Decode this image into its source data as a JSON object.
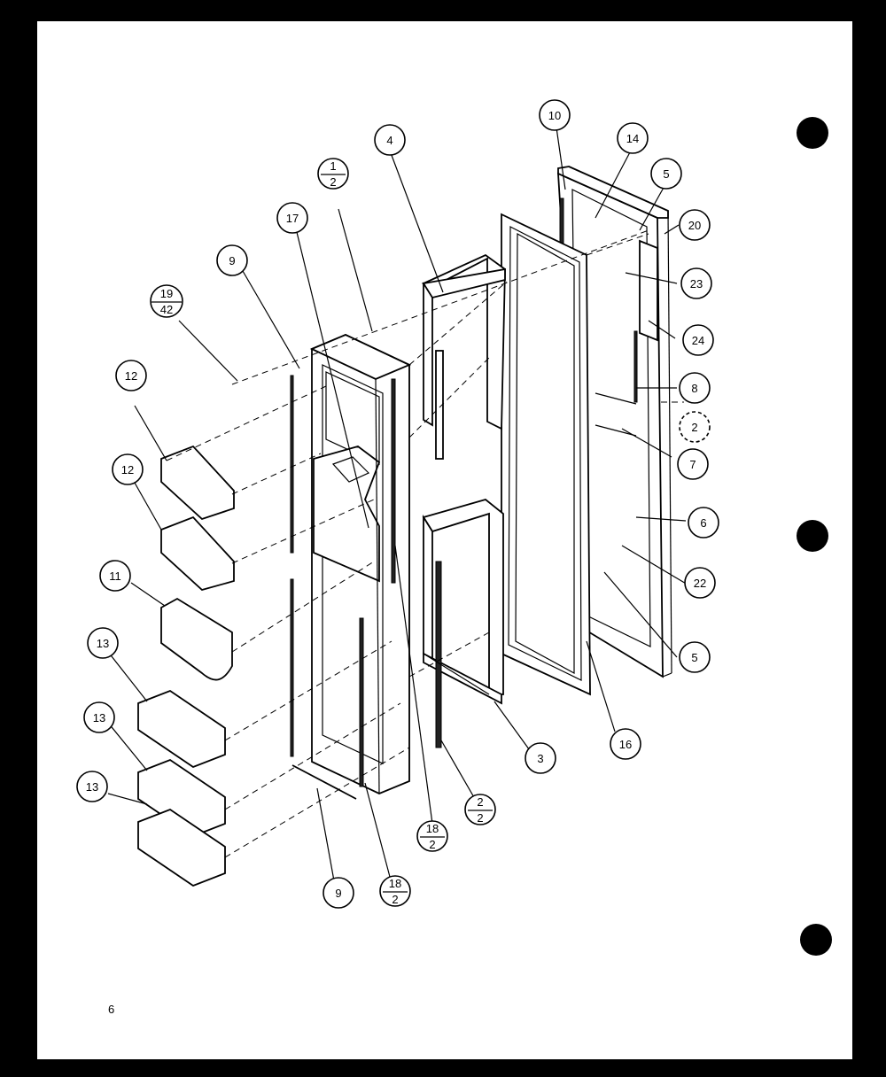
{
  "page_number": "6",
  "callouts": [
    {
      "id": "c10",
      "text": "10"
    },
    {
      "id": "c14",
      "text": "14"
    },
    {
      "id": "c5a",
      "text": "5"
    },
    {
      "id": "c20",
      "text": "20"
    },
    {
      "id": "c4",
      "text": "4"
    },
    {
      "id": "c1-2",
      "top": "1",
      "bottom": "2"
    },
    {
      "id": "c17",
      "text": "17"
    },
    {
      "id": "c9a",
      "text": "9"
    },
    {
      "id": "c19-42",
      "top": "19",
      "bottom": "42"
    },
    {
      "id": "c23",
      "text": "23"
    },
    {
      "id": "c24",
      "text": "24"
    },
    {
      "id": "c8",
      "text": "8"
    },
    {
      "id": "c21",
      "text": "2"
    },
    {
      "id": "c7",
      "text": "7"
    },
    {
      "id": "c12a",
      "text": "12"
    },
    {
      "id": "c12b",
      "text": "12"
    },
    {
      "id": "c6",
      "text": "6"
    },
    {
      "id": "c22",
      "text": "22"
    },
    {
      "id": "c11",
      "text": "11"
    },
    {
      "id": "c5b",
      "text": "5"
    },
    {
      "id": "c13a",
      "text": "13"
    },
    {
      "id": "c16",
      "text": "16"
    },
    {
      "id": "c13b",
      "text": "13"
    },
    {
      "id": "c3",
      "text": "3"
    },
    {
      "id": "c13c",
      "text": "13"
    },
    {
      "id": "c2-2",
      "top": "2",
      "bottom": "2"
    },
    {
      "id": "c18-2a",
      "top": "18",
      "bottom": "2"
    },
    {
      "id": "c9b",
      "text": "9"
    },
    {
      "id": "c18-2b",
      "top": "18",
      "bottom": "2"
    }
  ]
}
